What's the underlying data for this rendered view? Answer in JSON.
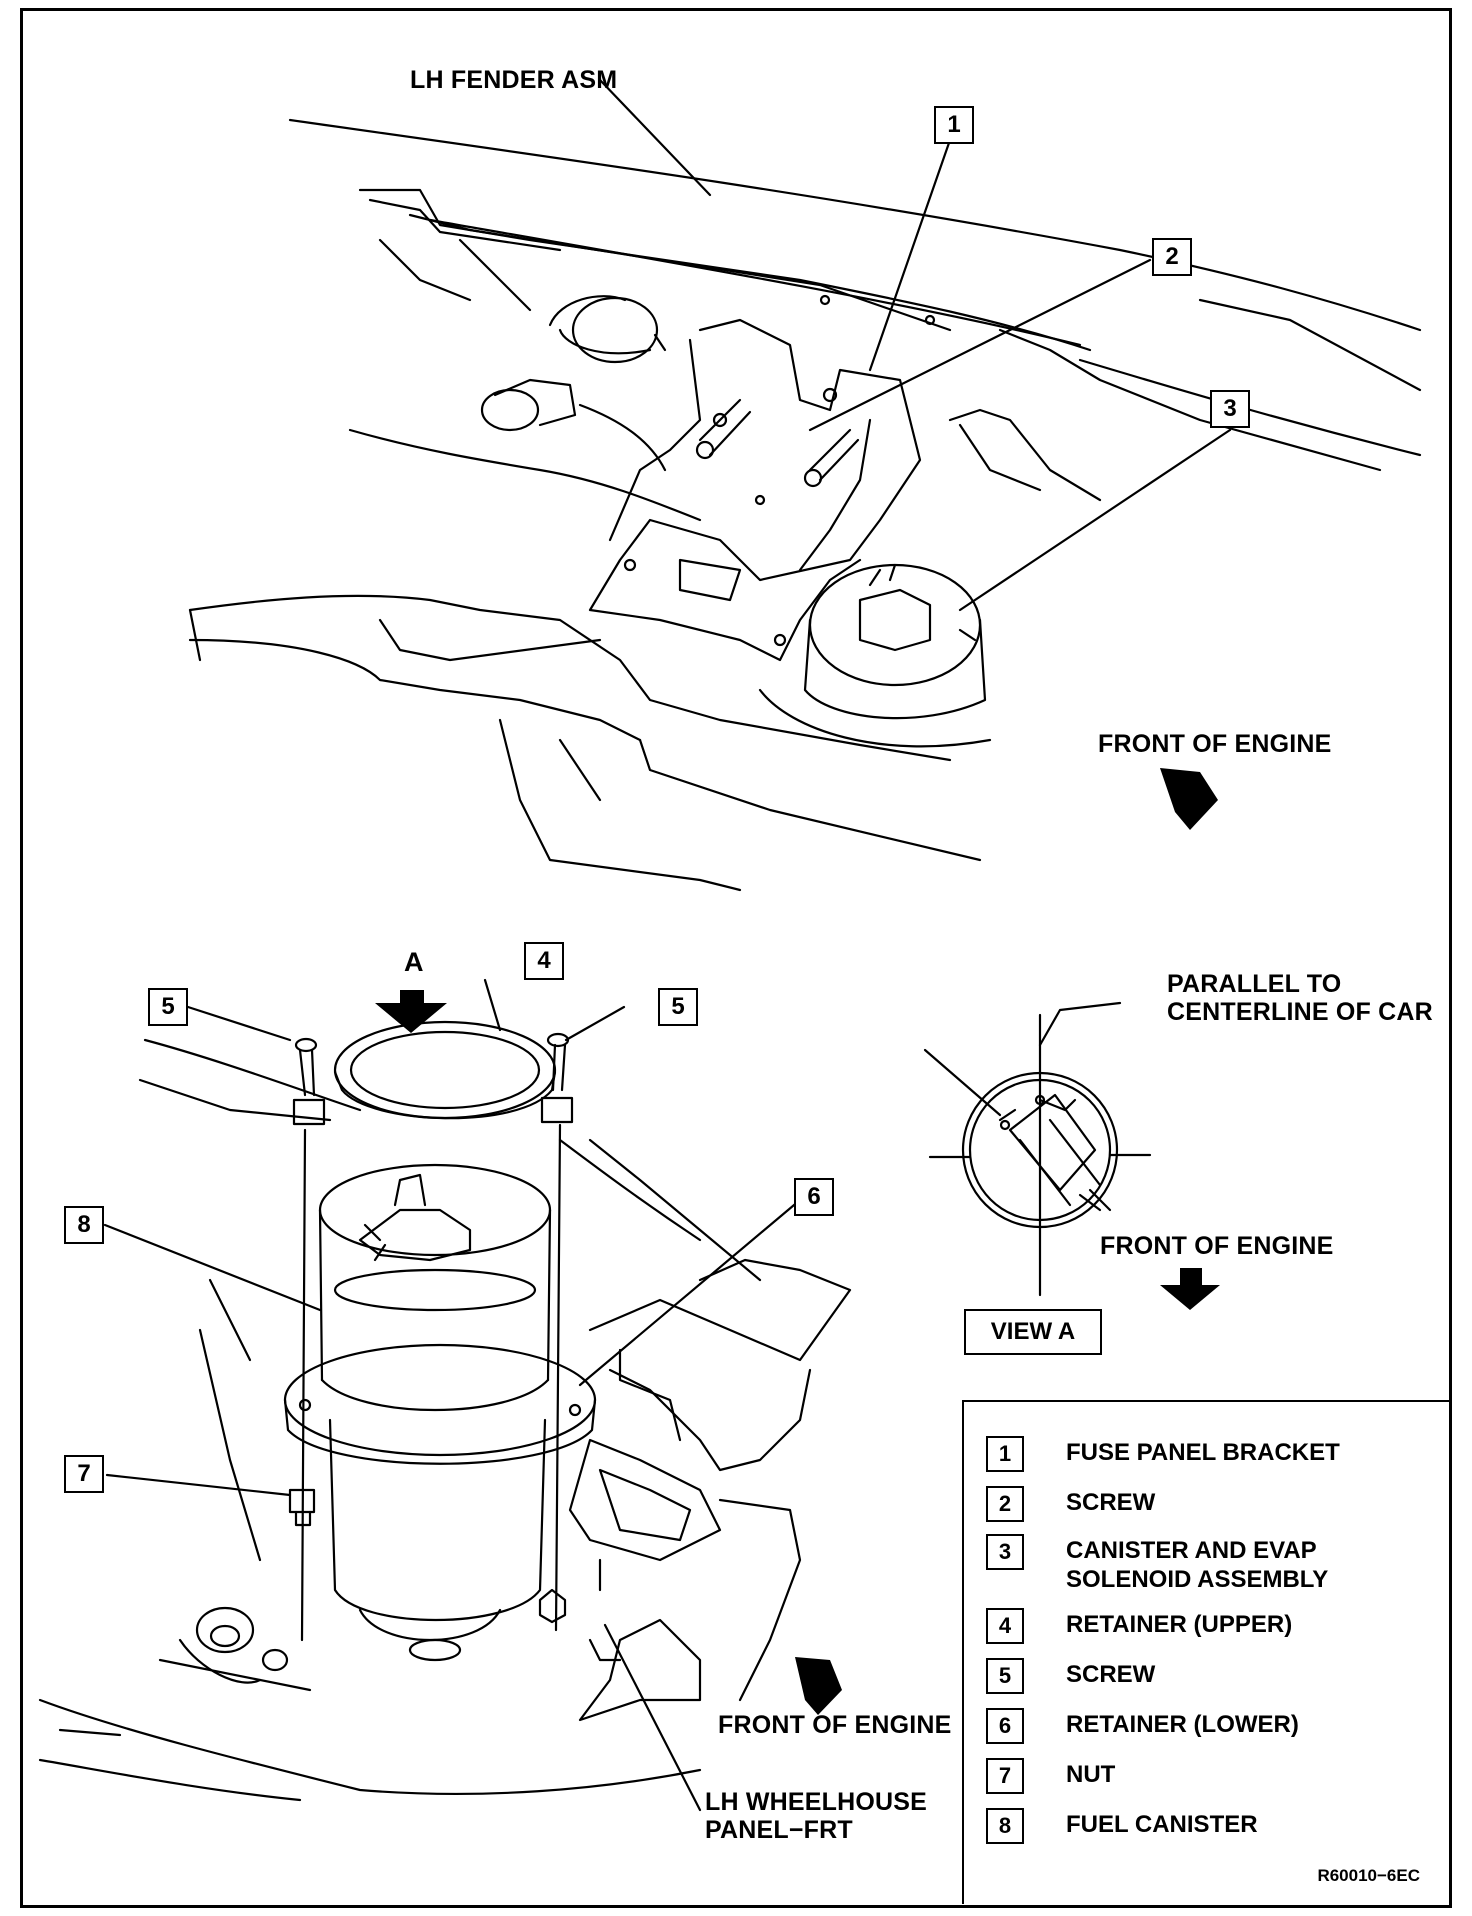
{
  "labels": {
    "lh_fender": "LH FENDER ASM",
    "front_engine_top": "FRONT OF ENGINE",
    "front_engine_view": "FRONT OF ENGINE",
    "front_engine_bottom": "FRONT OF ENGINE",
    "parallel_line1": "PARALLEL TO",
    "parallel_line2": "CENTERLINE OF CAR",
    "view_a": "VIEW A",
    "view_letter": "A",
    "wheelhouse_line1": "LH WHEELHOUSE",
    "wheelhouse_line2": "PANEL−FRT"
  },
  "callouts": {
    "c1": "1",
    "c2": "2",
    "c3": "3",
    "c4": "4",
    "c5a": "5",
    "c5b": "5",
    "c6": "6",
    "c7": "7",
    "c8": "8"
  },
  "legend": [
    {
      "num": "1",
      "text": "FUSE PANEL BRACKET"
    },
    {
      "num": "2",
      "text": "SCREW"
    },
    {
      "num": "3",
      "text": "CANISTER AND EVAP\nSOLENOID ASSEMBLY"
    },
    {
      "num": "4",
      "text": "RETAINER (UPPER)"
    },
    {
      "num": "5",
      "text": "SCREW"
    },
    {
      "num": "6",
      "text": "RETAINER (LOWER)"
    },
    {
      "num": "7",
      "text": "NUT"
    },
    {
      "num": "8",
      "text": "FUEL CANISTER"
    }
  ],
  "reference": "R60010−6EC"
}
